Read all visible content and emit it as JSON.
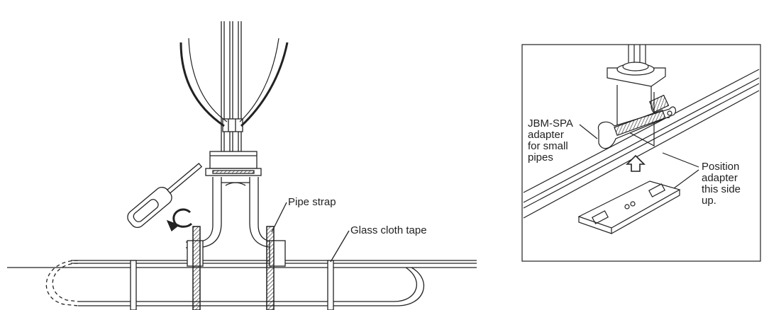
{
  "labels": {
    "pipe_strap": "Pipe strap",
    "glass_cloth_tape": "Glass cloth tape",
    "jbm_spa": [
      "JBM-SPA",
      "adapter",
      "for small",
      "pipes"
    ],
    "position": [
      "Position",
      "adapter",
      "this side",
      "up."
    ]
  },
  "colors": {
    "line": "#222222",
    "background": "#ffffff"
  }
}
